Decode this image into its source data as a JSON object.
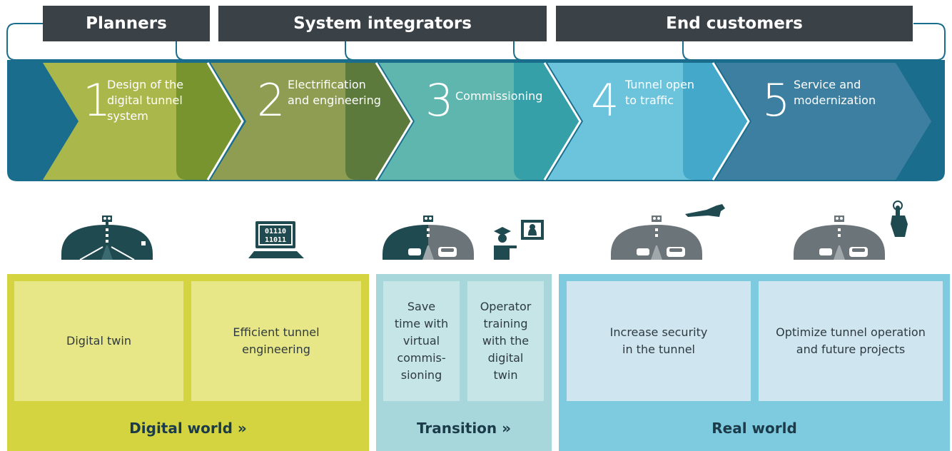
{
  "audiences": [
    {
      "label": "Planners"
    },
    {
      "label": "System integrators"
    },
    {
      "label": "End customers"
    }
  ],
  "steps": [
    {
      "number": "1",
      "label": "Design of the\ndigital tunnel\nsystem",
      "color": "#aab84b"
    },
    {
      "number": "2",
      "label": "Electrification\nand engineering",
      "color": "#8f9d52"
    },
    {
      "number": "3",
      "label": "Commissioning",
      "color": "#5fb6ae"
    },
    {
      "number": "4",
      "label": "Tunnel open\nto traffic",
      "color": "#6cc3dc"
    },
    {
      "number": "5",
      "label": "Service and\nmodernization",
      "color": "#3d7fa0"
    }
  ],
  "icons": [
    {
      "name": "tunnel-icon"
    },
    {
      "name": "laptop-binary-icon",
      "screen_lines": [
        "01110",
        "11011"
      ]
    },
    {
      "name": "tunnel-traffic-icon"
    },
    {
      "name": "trainer-icon"
    },
    {
      "name": "tunnel-traffic-hand-icon"
    },
    {
      "name": "tunnel-traffic-touch-icon"
    }
  ],
  "sections": {
    "digital": {
      "items": [
        "Digital twin",
        "Efficient tunnel\nengineering"
      ],
      "footer": "Digital world  »",
      "bg": "#d3d43f",
      "box": "#e8e788"
    },
    "transition": {
      "items": [
        "Save\ntime with\nvirtual\ncommis-\nsioning",
        "Operator\ntraining\nwith the\ndigital\ntwin"
      ],
      "footer": "Transition  »",
      "bg": "#a7d7db",
      "box": "#c6e5e7"
    },
    "real": {
      "items": [
        "Increase security\nin the tunnel",
        "Optimize tunnel operation\nand future projects"
      ],
      "footer": "Real world",
      "bg": "#7ecbe0",
      "box": "#cfe6f1"
    }
  },
  "colors": {
    "dark_tab": "#3a4147",
    "band_blue": "#1b6d8e",
    "icon_dark": "#1f4a50",
    "icon_gray": "#6b7478"
  }
}
